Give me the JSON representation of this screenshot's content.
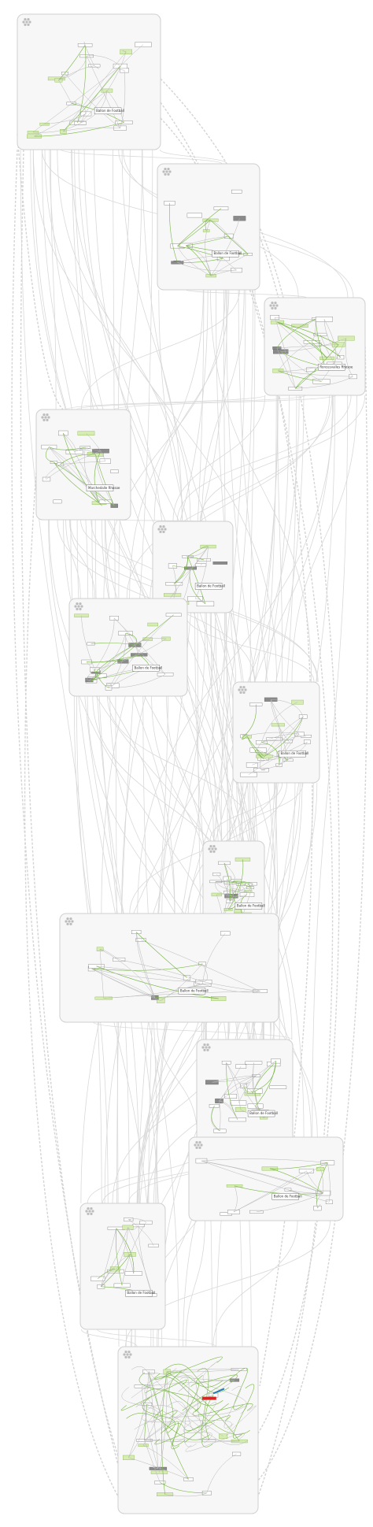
{
  "diagram": {
    "type": "graph-overview",
    "background": "#ffffff",
    "colors": {
      "panel_fill": "#f7f7f7",
      "panel_border": "#cfcfcf",
      "edge": "#d9d9d9",
      "node_green": "#d6ecb3",
      "node_green_border": "#8abb52",
      "inner_green_edge": "#7ab648",
      "highlight_red": "#d62728",
      "highlight_blue": "#1f77b4"
    },
    "node_labels": {
      "a": "Ballon de Football",
      "b": "Ballon de Football",
      "c": "Roncesvalles Rhosoe",
      "d": "Marchedalle Rhosoe",
      "e": "Ballon de Football",
      "f": "Ballon de Football",
      "g": "Ballon de Football",
      "h": "Ballon de Football",
      "i": "Ballon de Football",
      "j": "Ballon de Football",
      "k": "Ballon de Football",
      "l": "Ballon de Football"
    }
  }
}
